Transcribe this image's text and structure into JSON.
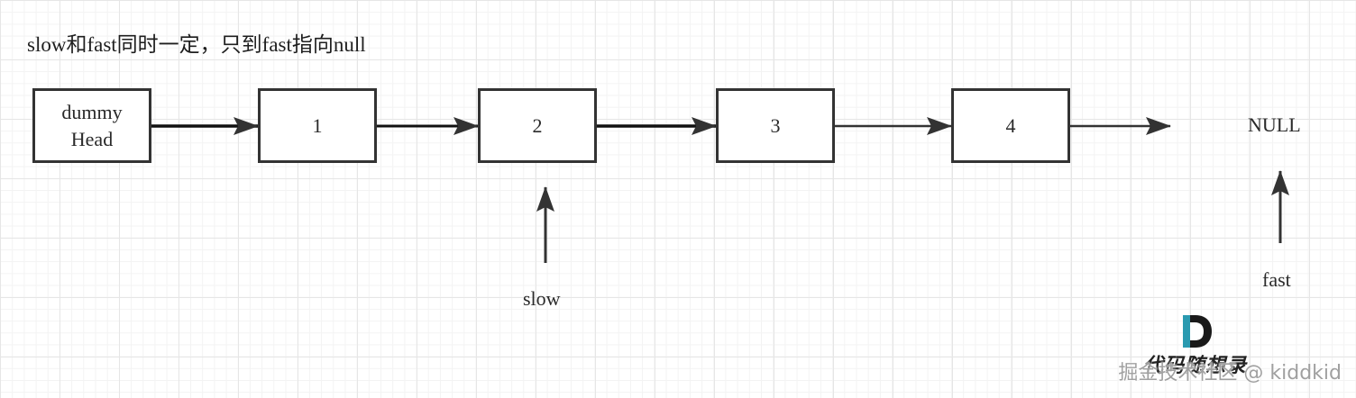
{
  "caption": "slow和fast同时一定，只到fast指向null",
  "nodes": [
    {
      "line1": "dummy",
      "line2": "Head"
    },
    {
      "line1": "1",
      "line2": ""
    },
    {
      "line1": "2",
      "line2": ""
    },
    {
      "line1": "3",
      "line2": ""
    },
    {
      "line1": "4",
      "line2": ""
    }
  ],
  "null_label": "NULL",
  "pointers": {
    "slow": "slow",
    "fast": "fast"
  },
  "logo_text": "代码随想录",
  "watermark": "掘金技术社区 @ kiddkid",
  "colors": {
    "stroke": "#333333",
    "grid": "#e6e6e6",
    "logo_teal": "#2a9ab0"
  }
}
